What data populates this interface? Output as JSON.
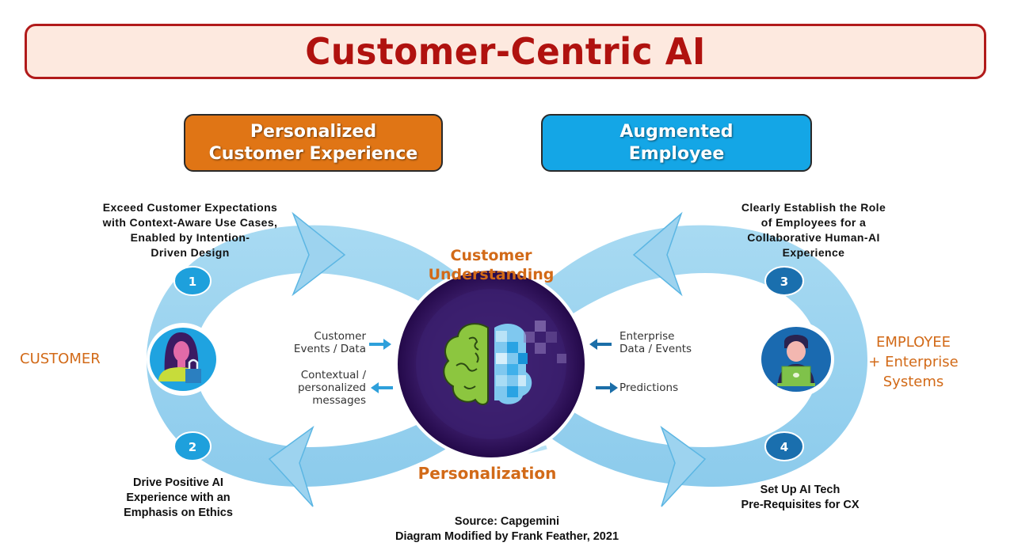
{
  "title": "Customer-Centric AI",
  "categories": {
    "left": {
      "line1": "Personalized",
      "line2": "Customer Experience",
      "color": "#e07515"
    },
    "right": {
      "line1": "Augmented",
      "line2": "Employee",
      "color": "#14a6e6"
    }
  },
  "steps": [
    {
      "number": "1",
      "lines": [
        "Exceed Customer Expectations",
        "with Context-Aware Use Cases,",
        "Enabled by Intention-",
        "Driven Design"
      ],
      "badge_color": "#1ea0dc"
    },
    {
      "number": "2",
      "lines": [
        "Drive Positive AI",
        "Experience with an",
        "Emphasis on Ethics"
      ],
      "badge_color": "#1ea0dc"
    },
    {
      "number": "3",
      "lines": [
        "Clearly Establish the Role",
        "of Employees for a",
        "Collaborative Human-AI",
        "Experience"
      ],
      "badge_color": "#1a6fae"
    },
    {
      "number": "4",
      "lines": [
        "Set Up AI Tech",
        "Pre-Requisites for CX"
      ],
      "badge_color": "#1a6fae"
    }
  ],
  "center": {
    "top_label": [
      "Customer",
      "Understanding"
    ],
    "bottom_label": "Personalization"
  },
  "actors": {
    "customer": {
      "label": "CUSTOMER",
      "icon": "customer-shopper-icon"
    },
    "employee": {
      "lines": [
        "EMPLOYEE",
        "+ Enterprise",
        "Systems"
      ],
      "icon": "employee-laptop-icon"
    }
  },
  "flows": {
    "customer_events": [
      "Customer",
      "Events / Data"
    ],
    "contextual_messages": [
      "Contextual /",
      "personalized",
      "messages"
    ],
    "enterprise_data": [
      "Enterprise",
      "Data / Events"
    ],
    "predictions": "Predictions"
  },
  "source": {
    "line1": "Source: Capgemini",
    "line2": "Diagram Modified by Frank Feather, 2021"
  },
  "colors": {
    "title_text": "#b0120f",
    "title_border": "#b11a1a",
    "title_bg": "#fde9df",
    "loop_fill": "#9dd3ef",
    "orange_text": "#d26a18",
    "hub_dark": "#2a0f4f"
  }
}
